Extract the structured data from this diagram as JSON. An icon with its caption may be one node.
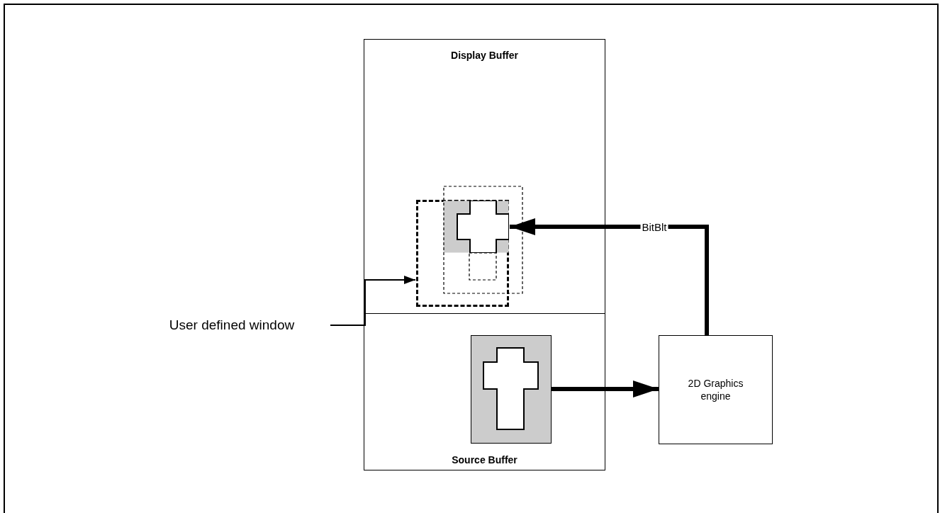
{
  "diagram": {
    "nodes": [
      {
        "text": [
          "Display Buffer"
        ]
      },
      {
        "text": [
          "Source Buffer"
        ]
      },
      {
        "text": [
          "User defined window"
        ]
      },
      {
        "text": [],
        "shape": "box",
        "in": 0
      },
      {
        "text": [],
        "shape": "picture",
        "in": 1
      },
      {
        "text": [],
        "shape": "picture",
        "in": 3
      },
      {
        "text": [
          "2D Graphics engine"
        ]
      }
    ],
    "edges": [
      {
        "from": 2,
        "to": 3,
        "arrow": "to"
      },
      {
        "from": 4,
        "to": 6,
        "arrow": "to"
      },
      {
        "from": 6,
        "to": 5,
        "arrow": "to",
        "label": "BitBlt"
      }
    ]
  }
}
